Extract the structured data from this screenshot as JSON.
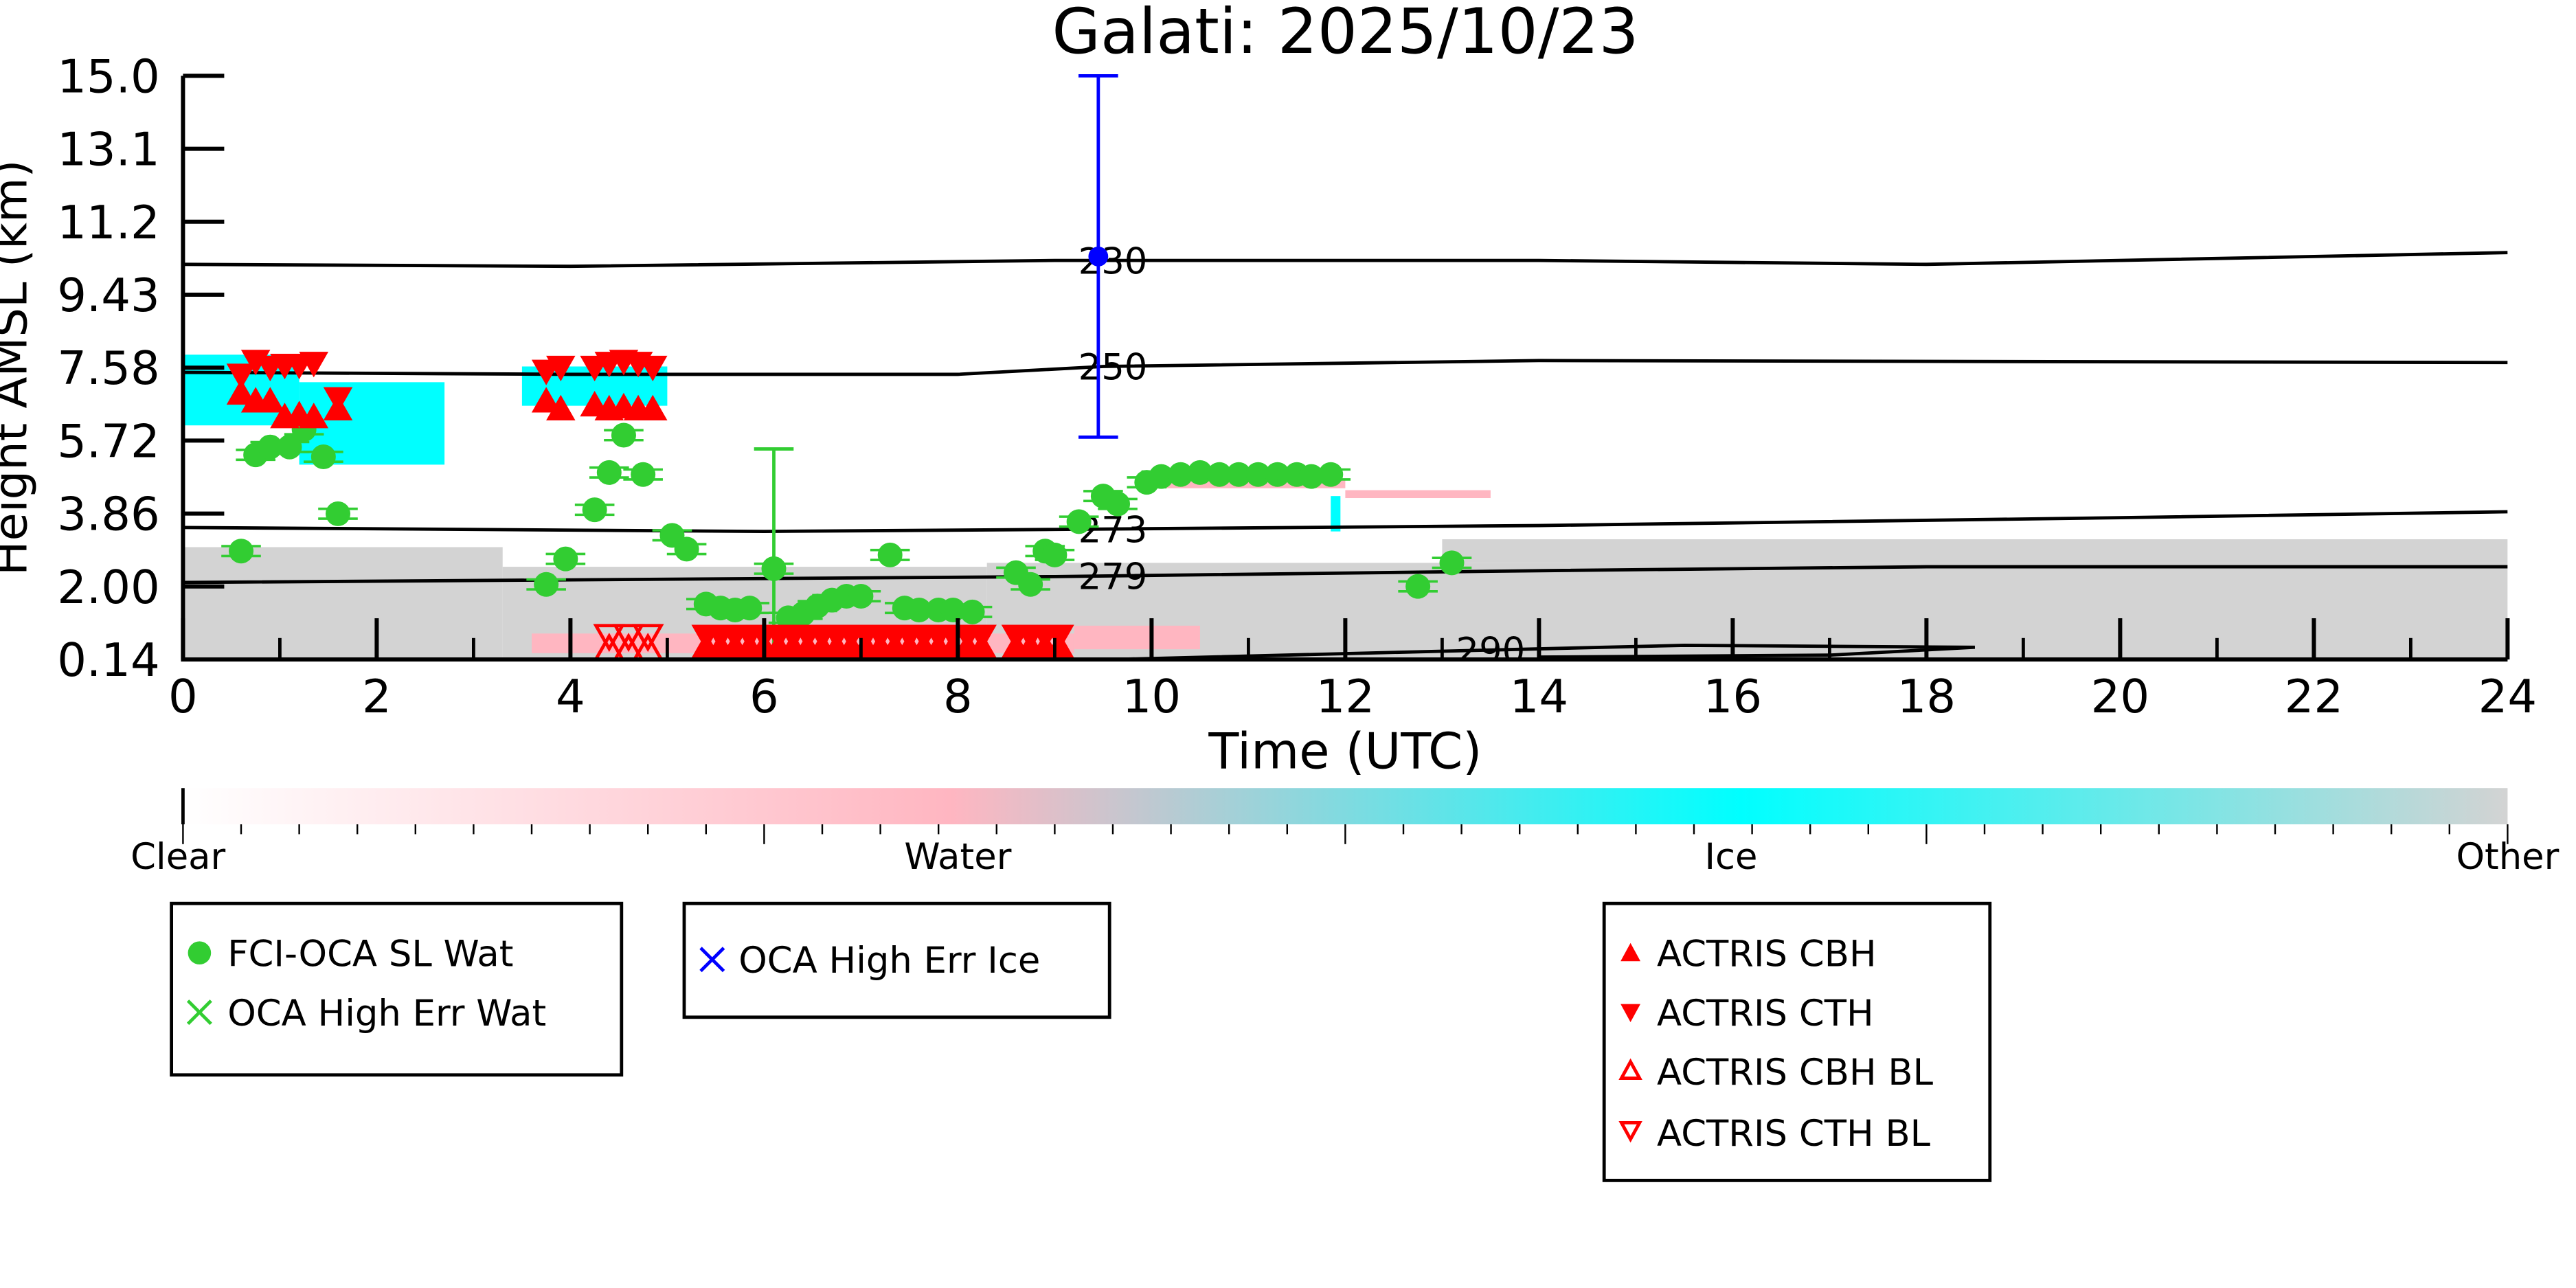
{
  "chart_data": {
    "type": "scatter",
    "title": "Galati: 2025/10/23",
    "xlabel": "Time (UTC)",
    "ylabel": "Height AMSL (km)",
    "xlim": [
      0,
      24
    ],
    "ylim": [
      0.14,
      15.0
    ],
    "xticks": [
      "0",
      "2",
      "4",
      "6",
      "8",
      "10",
      "12",
      "14",
      "16",
      "18",
      "20",
      "22",
      "24"
    ],
    "yticks": [
      "0.14",
      "2.00",
      "3.86",
      "5.72",
      "7.58",
      "9.43",
      "11.2",
      "13.1",
      "15.0"
    ],
    "colorbar": {
      "labels": [
        "Clear",
        "Water",
        "Ice",
        "Other"
      ],
      "colors": [
        "#ffffff",
        "#ffb6c1",
        "#00ffff",
        "#d3d3d3"
      ]
    },
    "isotherms": [
      {
        "label": "230",
        "label_x": 9.6,
        "points": [
          [
            0,
            10.2
          ],
          [
            4,
            10.15
          ],
          [
            9,
            10.3
          ],
          [
            14,
            10.3
          ],
          [
            18,
            10.2
          ],
          [
            24,
            10.5
          ]
        ]
      },
      {
        "label": "250",
        "label_x": 9.6,
        "points": [
          [
            0,
            7.45
          ],
          [
            4,
            7.4
          ],
          [
            8,
            7.4
          ],
          [
            9.5,
            7.6
          ],
          [
            14,
            7.75
          ],
          [
            24,
            7.7
          ]
        ]
      },
      {
        "label": "273",
        "label_x": 9.6,
        "points": [
          [
            0,
            3.5
          ],
          [
            6,
            3.4
          ],
          [
            9,
            3.45
          ],
          [
            14,
            3.55
          ],
          [
            20,
            3.75
          ],
          [
            24,
            3.9
          ]
        ]
      },
      {
        "label": "279",
        "label_x": 9.6,
        "points": [
          [
            0,
            2.1
          ],
          [
            6,
            2.2
          ],
          [
            9,
            2.25
          ],
          [
            14,
            2.4
          ],
          [
            18,
            2.5
          ],
          [
            24,
            2.5
          ]
        ]
      },
      {
        "label": "290",
        "label_x": 13.5,
        "points": [
          [
            9.6,
            0.14
          ],
          [
            13,
            0.35
          ],
          [
            15.5,
            0.5
          ],
          [
            18.5,
            0.45
          ],
          [
            17,
            0.25
          ],
          [
            14,
            0.2
          ]
        ]
      }
    ],
    "phase_regions": [
      {
        "phase": "Other",
        "t0": 0,
        "t1": 3.3,
        "h0": 0.14,
        "h1": 3.0
      },
      {
        "phase": "Other",
        "t0": 3.3,
        "t1": 8.3,
        "h0": 0.14,
        "h1": 2.5
      },
      {
        "phase": "Other",
        "t0": 8.3,
        "t1": 24,
        "h0": 0.14,
        "h1": 2.6
      },
      {
        "phase": "Other",
        "t0": 13,
        "t1": 24,
        "h0": 2.6,
        "h1": 3.2
      },
      {
        "phase": "Ice",
        "t0": 0,
        "t1": 1.2,
        "h0": 6.1,
        "h1": 7.9
      },
      {
        "phase": "Ice",
        "t0": 1.2,
        "t1": 2.7,
        "h0": 5.1,
        "h1": 7.2
      },
      {
        "phase": "Ice",
        "t0": 3.5,
        "t1": 5.0,
        "h0": 6.6,
        "h1": 7.6
      },
      {
        "phase": "Ice",
        "t0": 11.85,
        "t1": 11.95,
        "h0": 3.4,
        "h1": 4.3
      },
      {
        "phase": "Water",
        "t0": 9.9,
        "t1": 12.0,
        "h0": 4.5,
        "h1": 4.75
      },
      {
        "phase": "Water",
        "t0": 12.0,
        "t1": 13.5,
        "h0": 4.25,
        "h1": 4.45
      },
      {
        "phase": "Water",
        "t0": 3.6,
        "t1": 9.2,
        "h0": 0.3,
        "h1": 0.8
      },
      {
        "phase": "Water",
        "t0": 9.2,
        "t1": 10.5,
        "h0": 0.4,
        "h1": 1.0
      }
    ],
    "series": [
      {
        "name": "FCI-OCA SL Wat",
        "color": "#32cd32",
        "marker": "circle",
        "points": [
          [
            0.6,
            2.9
          ],
          [
            0.75,
            5.35
          ],
          [
            0.9,
            5.55
          ],
          [
            1.1,
            5.55
          ],
          [
            1.25,
            6.0
          ],
          [
            1.45,
            5.3
          ],
          [
            1.6,
            3.85
          ],
          [
            3.75,
            2.05
          ],
          [
            3.95,
            2.7
          ],
          [
            4.25,
            3.95
          ],
          [
            4.4,
            4.9
          ],
          [
            4.55,
            5.85
          ],
          [
            4.75,
            4.85
          ],
          [
            5.05,
            3.3
          ],
          [
            5.2,
            2.95
          ],
          [
            5.4,
            1.55
          ],
          [
            5.55,
            1.45
          ],
          [
            5.7,
            1.4
          ],
          [
            5.85,
            1.45
          ],
          [
            6.1,
            2.45
          ],
          [
            6.25,
            1.2
          ],
          [
            6.4,
            1.3
          ],
          [
            6.55,
            1.5
          ],
          [
            6.7,
            1.65
          ],
          [
            6.85,
            1.75
          ],
          [
            7.0,
            1.75
          ],
          [
            7.3,
            2.8
          ],
          [
            7.45,
            1.45
          ],
          [
            7.6,
            1.4
          ],
          [
            7.8,
            1.4
          ],
          [
            7.95,
            1.4
          ],
          [
            8.15,
            1.35
          ],
          [
            8.6,
            2.35
          ],
          [
            8.75,
            2.05
          ],
          [
            8.9,
            2.9
          ],
          [
            9.0,
            2.8
          ],
          [
            9.25,
            3.65
          ],
          [
            9.5,
            4.3
          ],
          [
            9.65,
            4.1
          ],
          [
            9.95,
            4.65
          ],
          [
            10.1,
            4.8
          ],
          [
            10.3,
            4.85
          ],
          [
            10.5,
            4.9
          ],
          [
            10.7,
            4.85
          ],
          [
            10.9,
            4.85
          ],
          [
            11.1,
            4.85
          ],
          [
            11.3,
            4.85
          ],
          [
            11.5,
            4.85
          ],
          [
            11.65,
            4.8
          ],
          [
            11.85,
            4.85
          ],
          [
            12.75,
            2.0
          ],
          [
            13.1,
            2.6
          ]
        ],
        "error_bar": {
          "t": 6.1,
          "low": 0.14,
          "high": 5.5
        }
      },
      {
        "name": "OCA High Err Wat",
        "color": "#32cd32",
        "marker": "x",
        "points": []
      },
      {
        "name": "OCA High Err Ice",
        "color": "#0000ff",
        "marker": "x",
        "points": [
          [
            9.45,
            10.4
          ]
        ],
        "error_bar": {
          "t": 9.45,
          "low": 5.8,
          "high": 15.0
        }
      },
      {
        "name": "ACTRIS CBH",
        "color": "#ff0000",
        "marker": "triangle-up",
        "points": [
          [
            0.6,
            6.9
          ],
          [
            0.75,
            6.7
          ],
          [
            0.9,
            6.7
          ],
          [
            1.05,
            6.3
          ],
          [
            1.2,
            6.35
          ],
          [
            1.35,
            6.3
          ],
          [
            1.6,
            6.5
          ],
          [
            3.75,
            6.7
          ],
          [
            3.9,
            6.5
          ],
          [
            4.25,
            6.6
          ],
          [
            4.4,
            6.5
          ],
          [
            4.55,
            6.55
          ],
          [
            4.7,
            6.5
          ],
          [
            4.85,
            6.5
          ],
          [
            5.4,
            0.45
          ],
          [
            5.55,
            0.45
          ],
          [
            5.7,
            0.45
          ],
          [
            5.85,
            0.45
          ],
          [
            6.0,
            0.45
          ],
          [
            6.15,
            0.45
          ],
          [
            6.3,
            0.45
          ],
          [
            6.45,
            0.45
          ],
          [
            6.6,
            0.45
          ],
          [
            6.75,
            0.45
          ],
          [
            6.9,
            0.45
          ],
          [
            7.05,
            0.45
          ],
          [
            7.2,
            0.45
          ],
          [
            7.35,
            0.45
          ],
          [
            7.5,
            0.45
          ],
          [
            7.65,
            0.45
          ],
          [
            7.8,
            0.45
          ],
          [
            7.95,
            0.45
          ],
          [
            8.1,
            0.45
          ],
          [
            8.25,
            0.45
          ],
          [
            8.6,
            0.45
          ],
          [
            8.75,
            0.45
          ],
          [
            8.9,
            0.45
          ],
          [
            9.05,
            0.45
          ]
        ]
      },
      {
        "name": "ACTRIS CTH",
        "color": "#ff0000",
        "marker": "triangle-down",
        "points": [
          [
            0.6,
            7.4
          ],
          [
            0.75,
            7.75
          ],
          [
            0.9,
            7.6
          ],
          [
            1.05,
            7.65
          ],
          [
            1.2,
            7.65
          ],
          [
            1.35,
            7.7
          ],
          [
            1.6,
            6.8
          ],
          [
            3.75,
            7.5
          ],
          [
            3.9,
            7.6
          ],
          [
            4.25,
            7.6
          ],
          [
            4.4,
            7.7
          ],
          [
            4.55,
            7.75
          ],
          [
            4.7,
            7.7
          ],
          [
            4.85,
            7.6
          ],
          [
            5.4,
            0.75
          ],
          [
            5.55,
            0.75
          ],
          [
            5.7,
            0.75
          ],
          [
            5.85,
            0.75
          ],
          [
            6.0,
            0.75
          ],
          [
            6.15,
            0.75
          ],
          [
            6.3,
            0.75
          ],
          [
            6.45,
            0.75
          ],
          [
            6.6,
            0.75
          ],
          [
            6.75,
            0.75
          ],
          [
            6.9,
            0.75
          ],
          [
            7.05,
            0.75
          ],
          [
            7.2,
            0.75
          ],
          [
            7.35,
            0.75
          ],
          [
            7.5,
            0.75
          ],
          [
            7.65,
            0.75
          ],
          [
            7.8,
            0.75
          ],
          [
            7.95,
            0.75
          ],
          [
            8.1,
            0.75
          ],
          [
            8.25,
            0.75
          ],
          [
            8.6,
            0.75
          ],
          [
            8.75,
            0.75
          ],
          [
            8.9,
            0.75
          ],
          [
            9.05,
            0.75
          ]
        ]
      },
      {
        "name": "ACTRIS CBH BL",
        "color": "#ff0000",
        "marker": "triangle-up-open",
        "points": [
          [
            4.4,
            0.4
          ],
          [
            4.6,
            0.4
          ],
          [
            4.8,
            0.4
          ]
        ]
      },
      {
        "name": "ACTRIS CTH BL",
        "color": "#ff0000",
        "marker": "triangle-down-open",
        "points": [
          [
            4.4,
            0.75
          ],
          [
            4.6,
            0.75
          ],
          [
            4.8,
            0.75
          ]
        ]
      }
    ],
    "legend": [
      {
        "placement": "bottom-left",
        "entries": [
          "FCI-OCA SL Wat",
          "OCA High Err Wat"
        ]
      },
      {
        "placement": "bottom-center-left",
        "entries": [
          "OCA High Err Ice"
        ]
      },
      {
        "placement": "bottom-center-right",
        "entries": [
          "ACTRIS CBH",
          "ACTRIS CTH",
          "ACTRIS CBH BL",
          "ACTRIS CTH BL"
        ]
      }
    ]
  }
}
